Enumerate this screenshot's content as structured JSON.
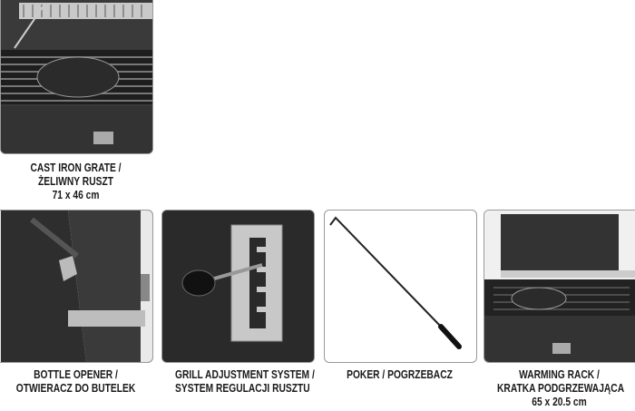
{
  "features": [
    {
      "lines": [
        "CAST IRON GRATE /",
        "ŻELIWNY RUSZT",
        "71 x 46 cm"
      ]
    },
    {
      "lines": [
        "BOTTLE OPENER /",
        "OTWIERACZ DO BUTELEK"
      ]
    },
    {
      "lines": [
        "GRILL ADJUSTMENT SYSTEM /",
        "SYSTEM REGULACJI RUSZTU"
      ]
    },
    {
      "lines": [
        "POKER / POGRZEBACZ"
      ]
    },
    {
      "lines": [
        "WARMING RACK /",
        "KRATKA PODGRZEWAJĄCA",
        "65 x 20.5 cm"
      ]
    }
  ]
}
